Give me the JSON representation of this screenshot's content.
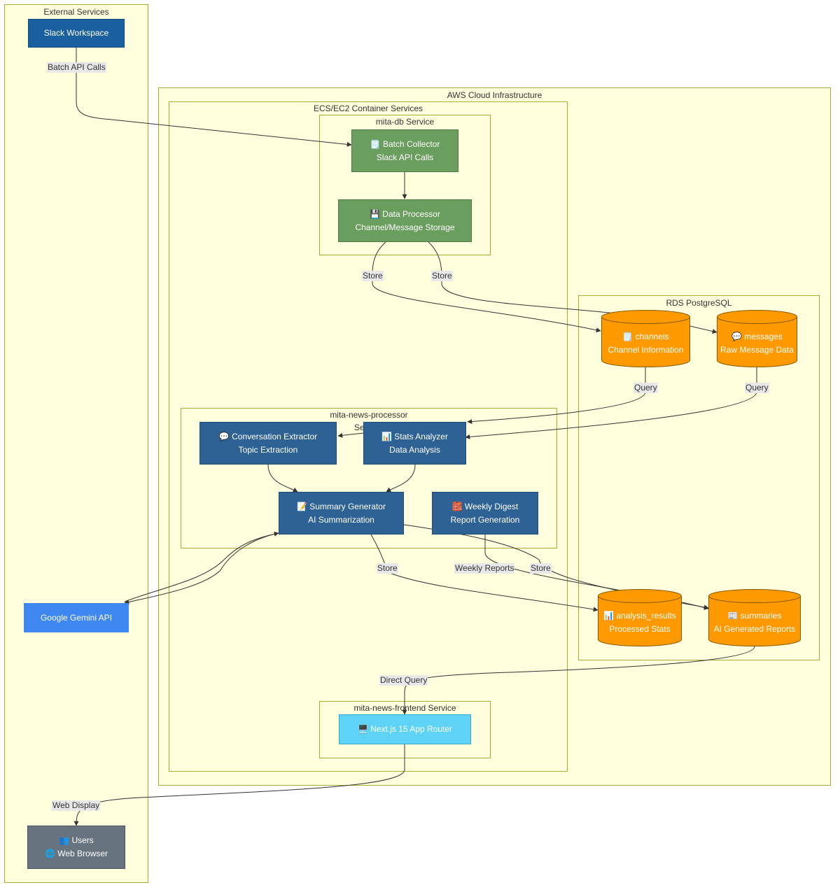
{
  "clusters": {
    "external": "External Services",
    "aws": "AWS Cloud Infrastructure",
    "ecs": "ECS/EC2 Container Services",
    "mita_db": "mita-db Service",
    "rds": "RDS PostgreSQL",
    "news_processor": "mita-news-processor",
    "news_processor_overflow": "Se",
    "frontend": "mita-news-frontend Service"
  },
  "nodes": {
    "slack": {
      "line1": "Slack Workspace"
    },
    "batch_collector": {
      "line1": "🗒️ Batch Collector",
      "line2": "Slack API Calls"
    },
    "data_processor": {
      "line1": "💾 Data Processor",
      "line2": "Channel/Message Storage"
    },
    "channels": {
      "line1": "🗒️ channels",
      "line2": "Channel Information"
    },
    "messages": {
      "line1": "💬 messages",
      "line2": "Raw Message Data"
    },
    "conversation_extractor": {
      "line1": "💬 Conversation Extractor",
      "line2": "Topic Extraction"
    },
    "stats_analyzer": {
      "line1": "📊 Stats Analyzer",
      "line2": "Data Analysis"
    },
    "summary_generator": {
      "line1": "📝 Summary Generator",
      "line2": "AI Summarization"
    },
    "weekly_digest": {
      "line1": "🧱 Weekly Digest",
      "line2": "Report Generation"
    },
    "analysis_results": {
      "line1": "📊 analysis_results",
      "line2": "Processed Stats"
    },
    "summaries": {
      "line1": "📰 summaries",
      "line2": "AI Generated Reports"
    },
    "gemini": {
      "line1": "Google Gemini API"
    },
    "nextjs": {
      "line1": "🖥️ Next.js 15 App Router"
    },
    "users": {
      "line1": "👥 Users",
      "line2": "🌐 Web Browser"
    }
  },
  "edge_labels": {
    "batch_api_calls": "Batch API Calls",
    "store_1": "Store",
    "store_2": "Store",
    "query_1": "Query",
    "query_2": "Query",
    "store_3": "Store",
    "weekly_reports": "Weekly Reports",
    "store_4": "Store",
    "direct_query": "Direct Query",
    "web_display": "Web Display"
  },
  "colors": {
    "cluster_fill": "#ffffde",
    "cluster_border": "#aaaa33",
    "slack": "#1a5fa0",
    "mita_db_nodes": "#6a9e5e",
    "processor_nodes": "#2e6294",
    "database": "#ff9900",
    "gemini": "#3f87f0",
    "frontend": "#5ed3f5",
    "users": "#687380",
    "edge": "#333333"
  }
}
